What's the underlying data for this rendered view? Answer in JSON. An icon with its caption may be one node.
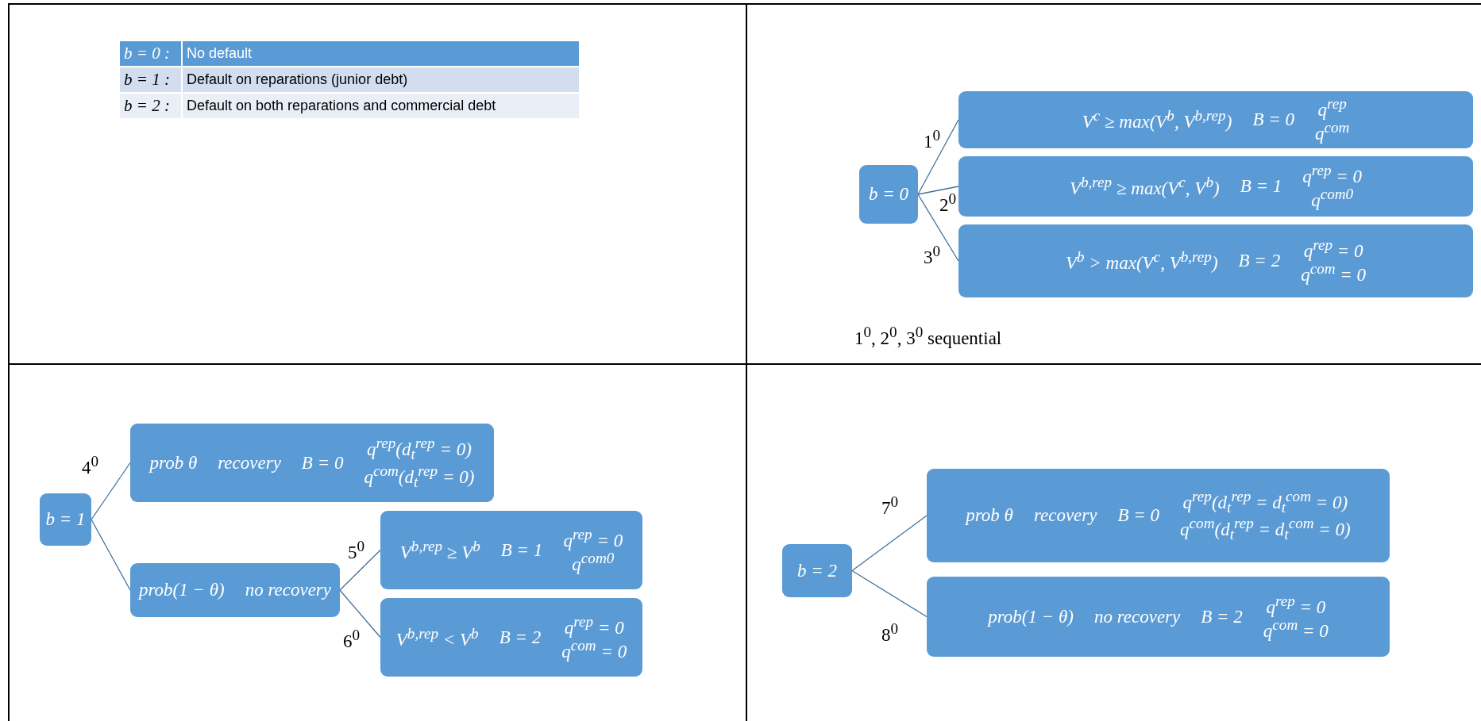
{
  "diagram": {
    "nodes": [
      {
        "text": [
          "b = 0"
        ]
      },
      {
        "text": [
          "V$^{c}$ ≥ max(V$^{b}$, V$^{b,rep}$)",
          "B = 0",
          "q$^{rep}$",
          "q$^{com}$"
        ]
      },
      {
        "text": [
          "V$^{b,rep}$ ≥ max(V$^{c}$, V$^{b}$)",
          "B = 1",
          "q$^{rep}$ = 0",
          "q$^{com0}$"
        ]
      },
      {
        "text": [
          "V$^{b}$ > max(V$^{c}$, V$^{b,rep}$)",
          "B = 2",
          "q$^{rep}$ = 0",
          "q$^{com}$ = 0"
        ]
      },
      {
        "text": [
          "b = 1"
        ]
      },
      {
        "text": [
          "prob θ",
          "recovery",
          "B = 0",
          "q$^{rep}$(d$_{t}$$^{rep}$ = 0)",
          "q$^{com}$(d$_{t}$$^{rep}$ = 0)"
        ]
      },
      {
        "text": [
          "prob(1 − θ)",
          "no recovery"
        ]
      },
      {
        "text": [
          "V$^{b,rep}$ ≥ V$^{b}$",
          "B = 1",
          "q$^{rep}$ = 0",
          "q$^{com0}$"
        ]
      },
      {
        "text": [
          "V$^{b,rep}$ < V$^{b}$",
          "B = 2",
          "q$^{rep}$ = 0",
          "q$^{com}$ = 0"
        ]
      },
      {
        "text": [
          "b = 2"
        ]
      },
      {
        "text": [
          "prob θ",
          "recovery",
          "B = 0",
          "q$^{rep}$(d$_{t}$$^{rep}$ = d$_{t}$$^{com}$ = 0)",
          "q$^{com}$(d$_{t}$$^{rep}$ = d$_{t}$$^{com}$ = 0)"
        ]
      },
      {
        "text": [
          "prob(1 − θ)",
          "no recovery",
          "B = 2",
          "q$^{rep}$ = 0",
          "q$^{com}$ = 0"
        ]
      }
    ],
    "edges": [
      {
        "from": 0,
        "to": 1,
        "arrow": "none",
        "label": "1$^{0}$"
      },
      {
        "from": 0,
        "to": 2,
        "arrow": "none",
        "label": "2$^{0}$"
      },
      {
        "from": 0,
        "to": 3,
        "arrow": "none",
        "label": "3$^{0}$"
      },
      {
        "from": 4,
        "to": 5,
        "arrow": "none",
        "label": "4$^{0}$"
      },
      {
        "from": 4,
        "to": 6,
        "arrow": "none"
      },
      {
        "from": 6,
        "to": 7,
        "arrow": "none",
        "label": "5$^{0}$"
      },
      {
        "from": 6,
        "to": 8,
        "arrow": "none",
        "label": "6$^{0}$"
      },
      {
        "from": 9,
        "to": 10,
        "arrow": "none",
        "label": "7$^{0}$"
      },
      {
        "from": 9,
        "to": 11,
        "arrow": "none",
        "label": "8$^{0}$"
      }
    ],
    "labels": [
      "b = 0 :",
      "No default",
      "b = 1 :",
      "Default on reparations (junior debt)",
      "b = 2 :",
      "Default on both reparations and commercial debt",
      "1$^{0}$, 2$^{0}$, 3$^{0}$ sequential"
    ]
  }
}
